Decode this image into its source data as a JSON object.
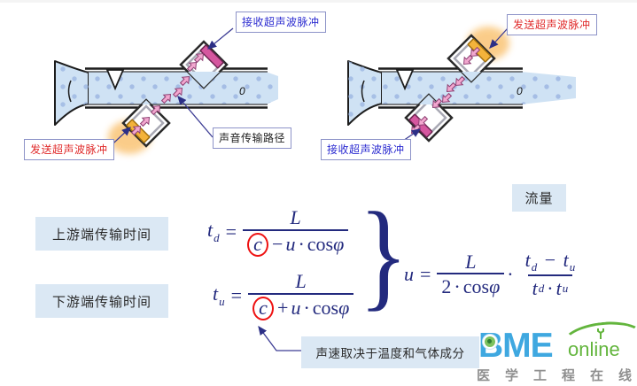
{
  "page": {
    "background": "#ffffff"
  },
  "colors": {
    "formula_navy": "#232a7e",
    "callout_border": "#8d93c8",
    "blue_text": "#2b2bd0",
    "red_text": "#e02a2a",
    "caption_bg": "#dbe8f4",
    "fluid": "#cfe2f4",
    "fluid_dots": "#9db7e2",
    "crystal_pink": "#d5579f",
    "crystal_yellow": "#f3b33b",
    "glow_orange": "#f9b02c",
    "highlight_red": "#ee1111",
    "logo_blue": "#3fa8e0",
    "logo_green": "#63b53d",
    "logo_gray": "#8f8f8f"
  },
  "diagram_left": {
    "receive_label": "接收超声波脉冲",
    "send_label": "发送超声波脉冲",
    "path_label": "声音传输路径",
    "pipe_mark": "0"
  },
  "diagram_right": {
    "send_label": "发送超声波脉冲",
    "receive_label": "接收超声波脉冲",
    "pipe_mark": "0"
  },
  "equations": {
    "upstream_caption": "上游端传输时间",
    "downstream_caption": "下游端传输时间",
    "flow_caption": "流量",
    "note": "声速取决于温度和气体成分"
  },
  "math": {
    "t": "t",
    "u_var": "u",
    "L": "L",
    "c": "c",
    "two": "2",
    "sub_d": "d",
    "sub_u": "u",
    "eq": "=",
    "minus": "−",
    "plus": "+",
    "dot": "·",
    "cos": "cos",
    "phi": "φ",
    "brace": "}"
  },
  "logo": {
    "bme": "BME",
    "online": "online",
    "tagline": "医学工程在线"
  }
}
